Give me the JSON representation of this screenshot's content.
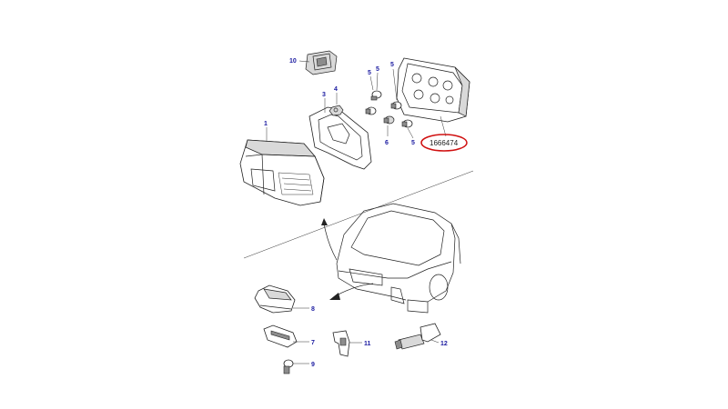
{
  "colors": {
    "callout_text": "#1a1aa0",
    "highlight_ring": "#d01010",
    "line": "#222222"
  },
  "callouts": {
    "c1": "1",
    "c3": "3",
    "c4": "4",
    "c5a": "5",
    "c5b": "5",
    "c5c": "5",
    "c5d": "5",
    "c6": "6",
    "c7": "7",
    "c8": "8",
    "c9": "9",
    "c10": "10",
    "c11": "11",
    "c12": "12"
  },
  "part_number": "1666474"
}
